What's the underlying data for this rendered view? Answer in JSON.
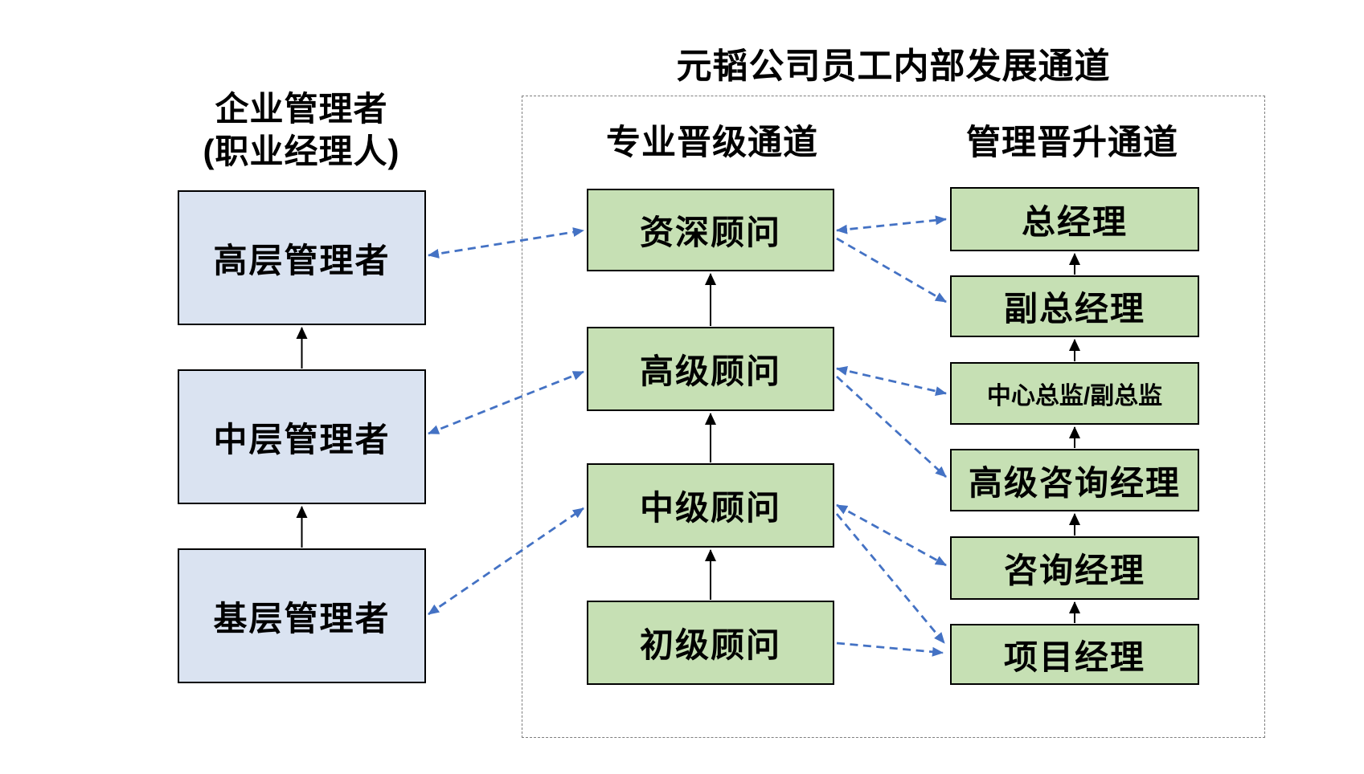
{
  "title": "元韬公司员工内部发展通道",
  "left_panel": {
    "header_line1": "企业管理者",
    "header_line2": "(职业经理人)",
    "items": [
      "高层管理者",
      "中层管理者",
      "基层管理者"
    ]
  },
  "inner_panel": {
    "professional_channel": {
      "header": "专业晋级通道",
      "items": [
        "资深顾问",
        "高级顾问",
        "中级顾问",
        "初级顾问"
      ]
    },
    "management_channel": {
      "header": "管理晋升通道",
      "items": [
        "总经理",
        "副总经理",
        "中心总监/副总监",
        "高级咨询经理",
        "咨询经理",
        "项目经理"
      ]
    }
  },
  "colors": {
    "manager_box_fill": "#dae3f1",
    "consultant_box_fill": "#c6e0b4",
    "box_border": "#000000",
    "solid_arrow": "#000000",
    "dashed_arrow": "#4472c4",
    "container_border": "#7f7f7f"
  },
  "connections": [
    {
      "from": "base-level-manager",
      "to": "middle-level-manager",
      "style": "solid",
      "double": false
    },
    {
      "from": "middle-level-manager",
      "to": "top-level-manager",
      "style": "solid",
      "double": false
    },
    {
      "from": "junior-consultant",
      "to": "mid-consultant",
      "style": "solid",
      "double": false
    },
    {
      "from": "mid-consultant",
      "to": "advanced-consultant",
      "style": "solid",
      "double": false
    },
    {
      "from": "advanced-consultant",
      "to": "senior-consultant",
      "style": "solid",
      "double": false
    },
    {
      "from": "project-manager",
      "to": "consulting-manager",
      "style": "solid",
      "double": false
    },
    {
      "from": "consulting-manager",
      "to": "senior-consulting-manager",
      "style": "solid",
      "double": false
    },
    {
      "from": "senior-consulting-manager",
      "to": "center-director",
      "style": "solid",
      "double": false
    },
    {
      "from": "center-director",
      "to": "deputy-general-manager",
      "style": "solid",
      "double": false
    },
    {
      "from": "deputy-general-manager",
      "to": "general-manager",
      "style": "solid",
      "double": false
    },
    {
      "from": "top-level-manager",
      "to": "senior-consultant",
      "style": "dashed",
      "double": true
    },
    {
      "from": "middle-level-manager",
      "to": "advanced-consultant",
      "style": "dashed",
      "double": true
    },
    {
      "from": "base-level-manager",
      "to": "mid-consultant",
      "style": "dashed",
      "double": true
    },
    {
      "from": "senior-consultant",
      "to": "general-manager",
      "style": "dashed",
      "double": true
    },
    {
      "from": "senior-consultant",
      "to": "deputy-general-manager",
      "style": "dashed",
      "double": false
    },
    {
      "from": "advanced-consultant",
      "to": "center-director",
      "style": "dashed",
      "double": true
    },
    {
      "from": "advanced-consultant",
      "to": "senior-consulting-manager",
      "style": "dashed",
      "double": false
    },
    {
      "from": "mid-consultant",
      "to": "consulting-manager",
      "style": "dashed",
      "double": true
    },
    {
      "from": "mid-consultant",
      "to": "project-manager",
      "style": "dashed",
      "double": false
    },
    {
      "from": "junior-consultant",
      "to": "project-manager",
      "style": "dashed",
      "double": false
    }
  ]
}
